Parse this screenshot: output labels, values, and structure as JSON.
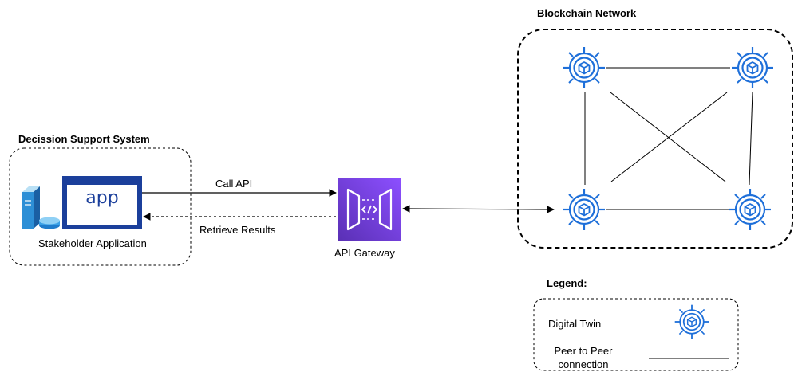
{
  "groups": {
    "dss_title": "Decission Support System",
    "blockchain_title": "Blockchain Network",
    "legend_title": "Legend:"
  },
  "stakeholder": {
    "app_text": "app",
    "label": "Stakeholder Application"
  },
  "edges": {
    "call_api": "Call API",
    "retrieve_results": "Retrieve Results"
  },
  "gateway": {
    "label": "API Gateway",
    "icon": "api-gateway-icon"
  },
  "legend": {
    "digital_twin": "Digital Twin",
    "p2p_line1": "Peer to Peer",
    "p2p_line2": "connection"
  },
  "colors": {
    "digital_twin": "#1e6fd9",
    "app_blue": "#1b3f9b",
    "gateway_start": "#5a30b5",
    "gateway_end": "#8c4fff"
  }
}
